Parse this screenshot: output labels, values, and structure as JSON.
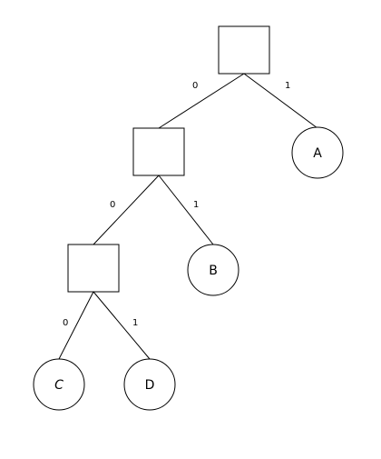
{
  "tree": {
    "internal_nodes": [
      "root",
      "n1",
      "n2"
    ],
    "leaves": {
      "A": "A",
      "B": "B",
      "C": "C",
      "D": "D"
    },
    "edges": {
      "root_n1": "0",
      "root_A": "1",
      "n1_n2": "0",
      "n1_B": "1",
      "n2_C": "0",
      "n2_D": "1"
    }
  }
}
